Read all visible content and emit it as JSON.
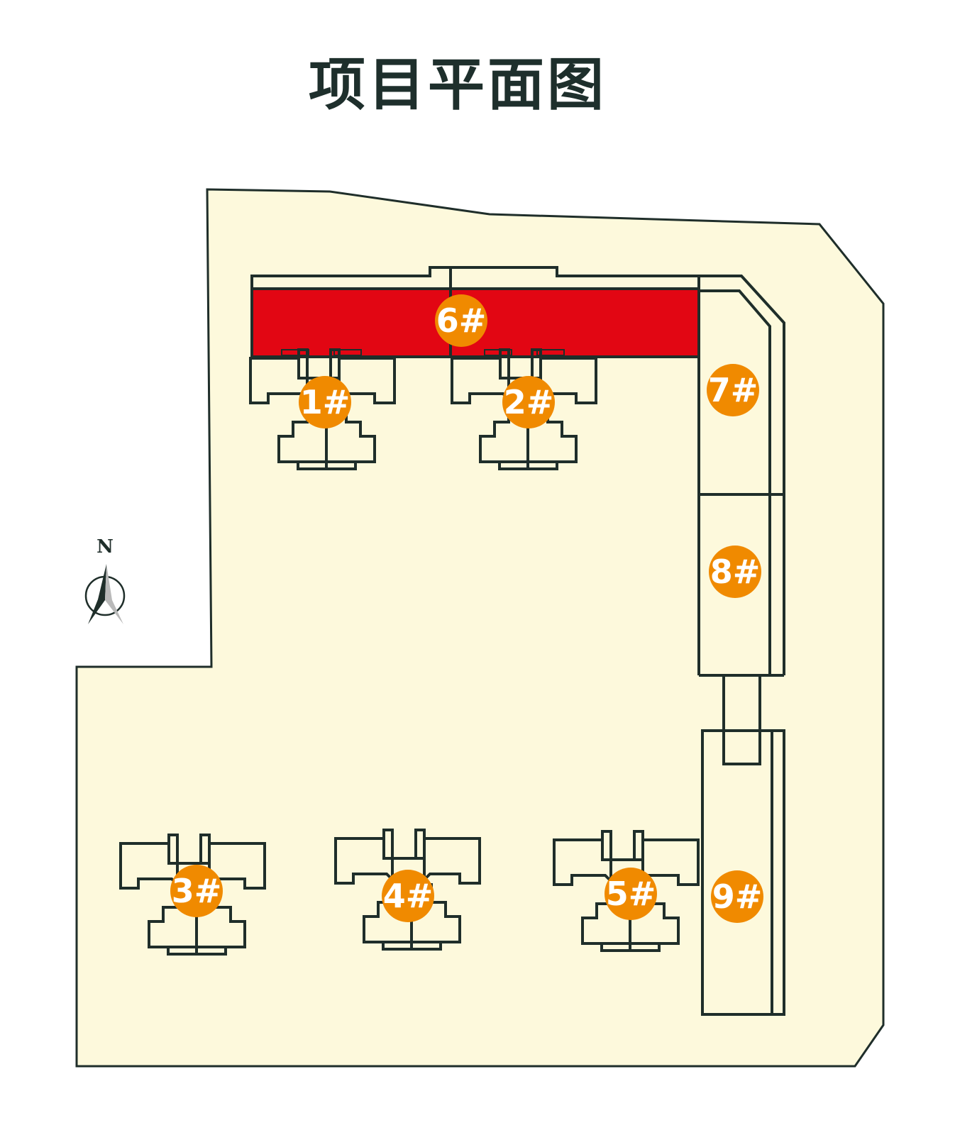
{
  "title": "项目平面图",
  "compass": {
    "label": "N"
  },
  "colors": {
    "site_fill": "#fdf9dc",
    "outline": "#1f2e2a",
    "highlight": "#e20613",
    "badge": "#f08a00",
    "title": "#1e2f2c"
  },
  "buildings": [
    {
      "id": "1",
      "label": "1#",
      "highlighted": false
    },
    {
      "id": "2",
      "label": "2#",
      "highlighted": false
    },
    {
      "id": "3",
      "label": "3#",
      "highlighted": false
    },
    {
      "id": "4",
      "label": "4#",
      "highlighted": false
    },
    {
      "id": "5",
      "label": "5#",
      "highlighted": false
    },
    {
      "id": "6",
      "label": "6#",
      "highlighted": true
    },
    {
      "id": "7",
      "label": "7#",
      "highlighted": false
    },
    {
      "id": "8",
      "label": "8#",
      "highlighted": false
    },
    {
      "id": "9",
      "label": "9#",
      "highlighted": false
    }
  ]
}
